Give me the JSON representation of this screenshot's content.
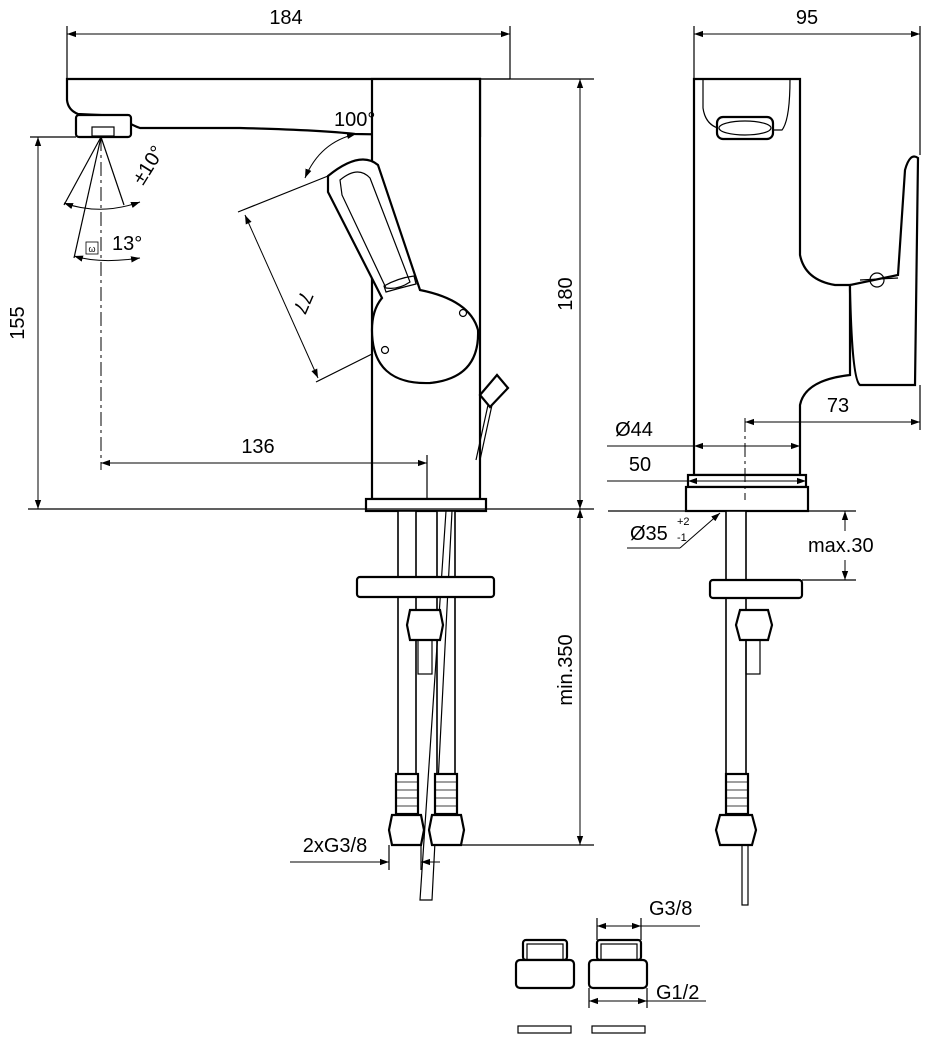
{
  "front_view": {
    "width": "184",
    "height_total": "180",
    "height_outlet": "155",
    "projection": "136",
    "lever_length": "77",
    "lever_angle": "100°",
    "spray_angle": "±10°",
    "outlet_angle": "13°",
    "hose_length": "min.350",
    "connection": "2xG3/8"
  },
  "side_view": {
    "depth": "95",
    "lever_offset": "73",
    "body_diameter": "Ø44",
    "base_diameter": "50",
    "hole_diameter": "Ø35",
    "hole_tol_plus": "+2",
    "hole_tol_minus": "-1",
    "deck_thickness": "max.30"
  },
  "adapters": {
    "thread_small": "G3/8",
    "thread_large": "G1/2"
  }
}
